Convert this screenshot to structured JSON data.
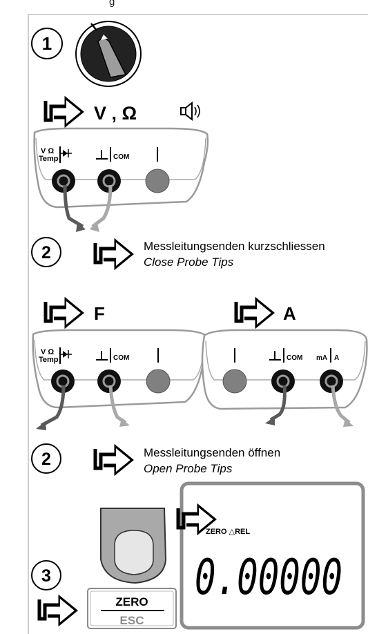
{
  "steps": {
    "step1": "1",
    "step2a": "2",
    "step2b": "2",
    "step3": "3"
  },
  "function_labels": {
    "voltage_ohm": "V , Ω",
    "capacitance": "F",
    "current": "A"
  },
  "jack_labels": {
    "v_ohm": "V Ω",
    "temp": "Temp",
    "com": "COM",
    "ma": "mA",
    "a": "A"
  },
  "instructions": {
    "short_de": "Messleitungsenden kurzschliessen",
    "short_en": "Close Probe Tips",
    "open_de": "Messleitungsenden öffnen",
    "open_en": "Open Probe Tips"
  },
  "button": {
    "top_label": "ZERO",
    "bottom_label": "ESC"
  },
  "display": {
    "indicator": "ZERO △REL",
    "reading": "0.00000"
  },
  "colors": {
    "jack_dark": "#111111",
    "jack_grey": "#808080",
    "lead_dark": "#555555",
    "lead_light": "#a8a8a8",
    "display_border": "#8c8c8c"
  },
  "icons": [
    "rotary-switch-icon",
    "arrow-pointer-icon",
    "buzzer-icon",
    "diode-icon",
    "ground-icon",
    "finger-icon"
  ]
}
